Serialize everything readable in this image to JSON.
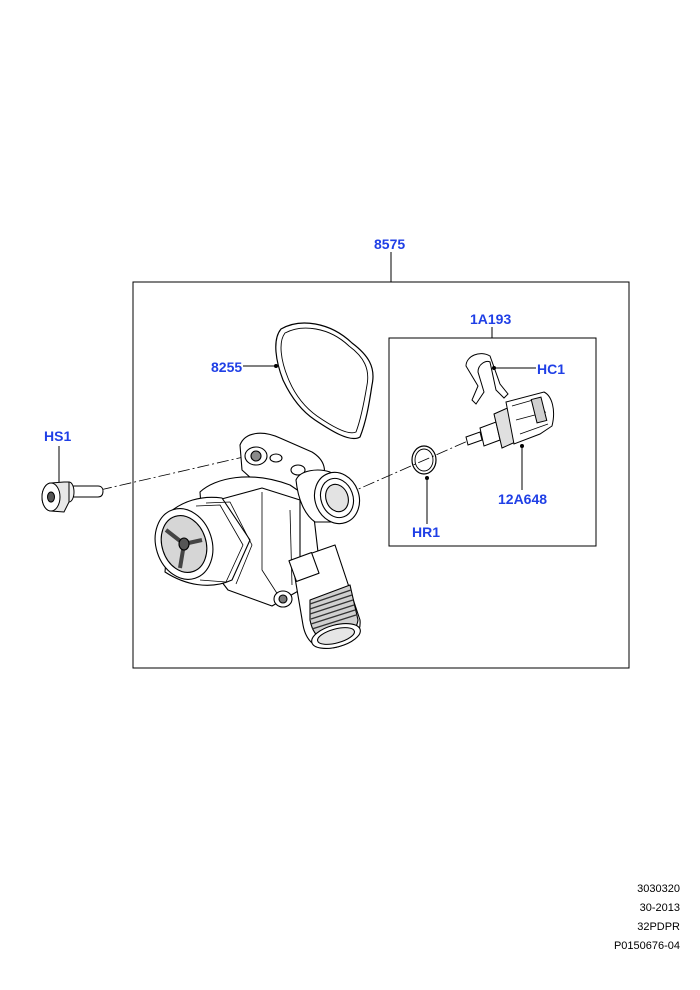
{
  "colors": {
    "callout": "#1f3fe6",
    "line": "#000000",
    "part_fill": "#ffffff",
    "part_shade": "#bdbdbd"
  },
  "callouts": {
    "assembly": "8575",
    "gasket": "8255",
    "sensor_kit": "1A193",
    "clip": "HC1",
    "bolt": "HS1",
    "sensor": "12A648",
    "o_ring": "HR1"
  },
  "footer": {
    "line1": "3030320",
    "line2": "30-2013",
    "line3": "32PDPR",
    "line4": "P0150676-04"
  }
}
